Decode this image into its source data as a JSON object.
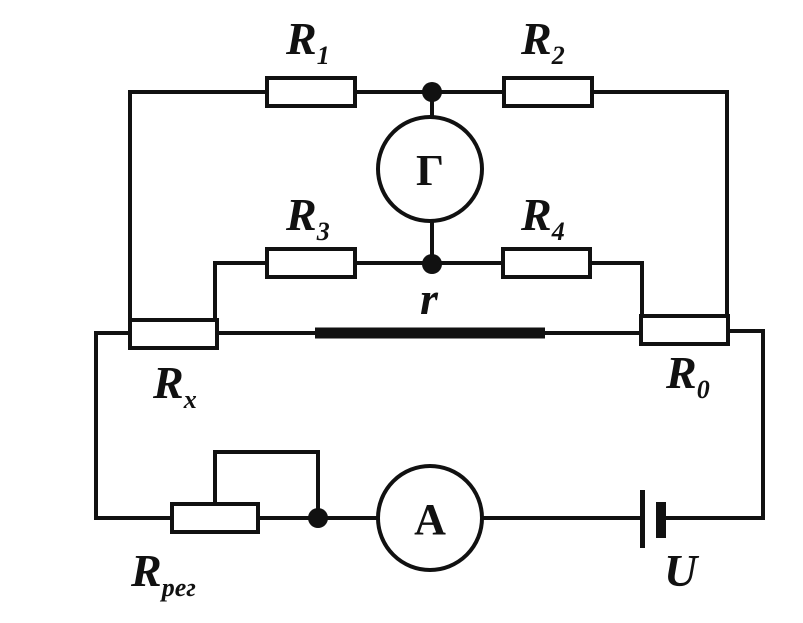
{
  "labels": {
    "r1": {
      "main": "R",
      "sub": "1"
    },
    "r2": {
      "main": "R",
      "sub": "2"
    },
    "r3": {
      "main": "R",
      "sub": "3"
    },
    "r4": {
      "main": "R",
      "sub": "4"
    },
    "rx": {
      "main": "R",
      "sub": "x"
    },
    "r0": {
      "main": "R",
      "sub": "0"
    },
    "rreg": {
      "main": "R",
      "sub": "рег"
    },
    "r": "r",
    "u": "U"
  },
  "meters": {
    "galvanometer": "Г",
    "ammeter": "A"
  }
}
